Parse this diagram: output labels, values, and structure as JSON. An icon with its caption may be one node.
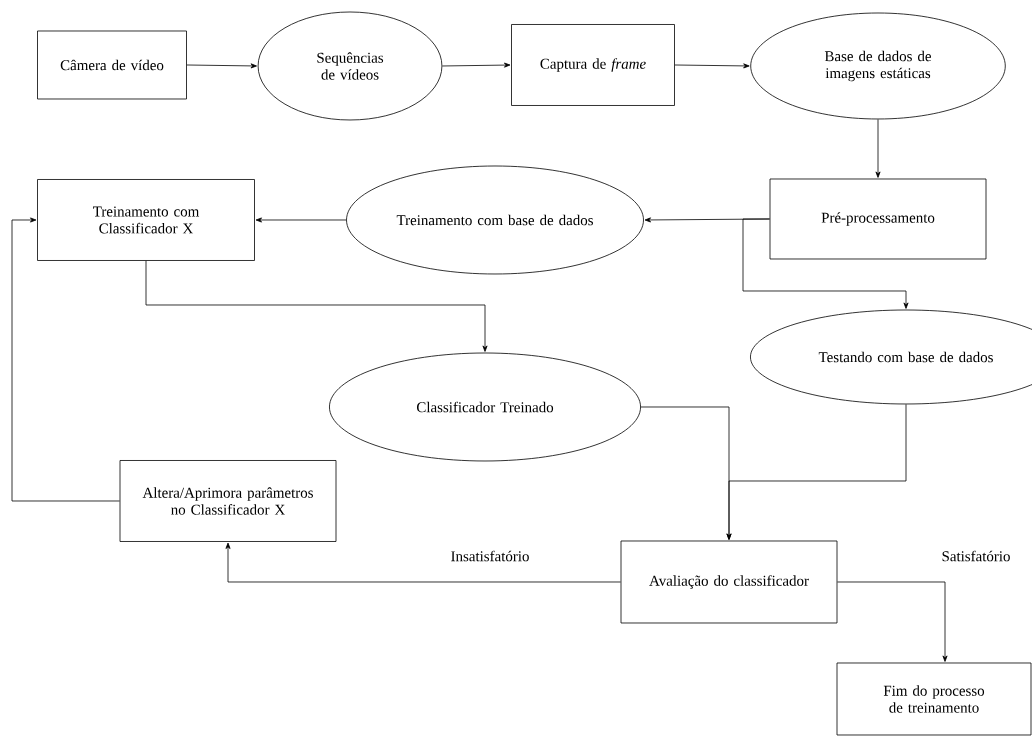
{
  "diagram": {
    "nodes": [
      {
        "text": [
          "Câmera de vídeo"
        ]
      },
      {
        "text": [
          "Sequências de vídeos"
        ]
      },
      {
        "text": [
          "Captura de *frame*"
        ]
      },
      {
        "text": [
          "Base de dados de imagens estáticas"
        ]
      },
      {
        "text": [
          "Pré-processamento"
        ]
      },
      {
        "text": [
          "Treinamento com base de dados"
        ]
      },
      {
        "text": [
          "Treinamento com Classificador X"
        ]
      },
      {
        "text": [
          "Testando com base de dados"
        ]
      },
      {
        "text": [
          "Classificador Treinado"
        ]
      },
      {
        "text": [
          "Altera/Aprimora parâmetros no Classificador X"
        ]
      },
      {
        "text": [
          "Avaliação do classificador"
        ]
      },
      {
        "text": [
          "Fim do processo de treinamento"
        ]
      }
    ],
    "edges": [
      {
        "from": 0,
        "to": 1,
        "arrow": "to"
      },
      {
        "from": 1,
        "to": 2,
        "arrow": "to"
      },
      {
        "from": 2,
        "to": 3,
        "arrow": "to"
      },
      {
        "from": 3,
        "to": 4,
        "arrow": "to"
      },
      {
        "from": 4,
        "to": 5,
        "arrow": "to"
      },
      {
        "from": 5,
        "to": 6,
        "arrow": "to"
      },
      {
        "from": 4,
        "to": 7,
        "arrow": "to"
      },
      {
        "from": 6,
        "to": 8,
        "arrow": "to"
      },
      {
        "from": 8,
        "to": 10,
        "arrow": "to"
      },
      {
        "from": 7,
        "to": 10,
        "arrow": "to"
      },
      {
        "from": 10,
        "to": 9,
        "arrow": "to",
        "label": "Insatisfatório"
      },
      {
        "from": 10,
        "to": 11,
        "arrow": "to",
        "label": "Satisfatório"
      },
      {
        "from": 9,
        "to": 6,
        "arrow": "to"
      }
    ]
  }
}
